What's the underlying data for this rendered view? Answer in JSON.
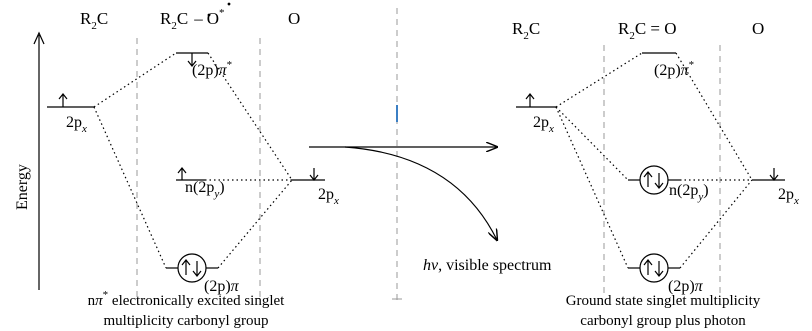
{
  "left": {
    "col_r2c": "R",
    "col_mid_a": "R",
    "col_mid_b": "C",
    "col_o": "O",
    "lbl_pi_star": "(2p)",
    "lbl_2px": "2p",
    "lbl_n2py": "n(2p",
    "lbl_2px_o": "2p",
    "lbl_pi": "(2p)",
    "caption_line1": "electronically excited singlet",
    "caption_line2": "multiplicity carbonyl group"
  },
  "right": {
    "col_r2c": "R",
    "col_mid_a": "R",
    "col_mid_b": "C = O",
    "col_o": "O",
    "lbl_pi_star": "(2p)",
    "lbl_2px": "2p",
    "lbl_n2py": "n(2p",
    "lbl_2px_o": "2p",
    "lbl_pi": "(2p)",
    "caption_line1": "Ground state singlet multiplicity",
    "caption_line2": "carbonyl group plus photon"
  },
  "axis_label": "Energy",
  "photon_label": "visible spectrum",
  "colors": {
    "lines": "#000000",
    "dividers": "#999999",
    "marker": "#3b7fc4"
  }
}
